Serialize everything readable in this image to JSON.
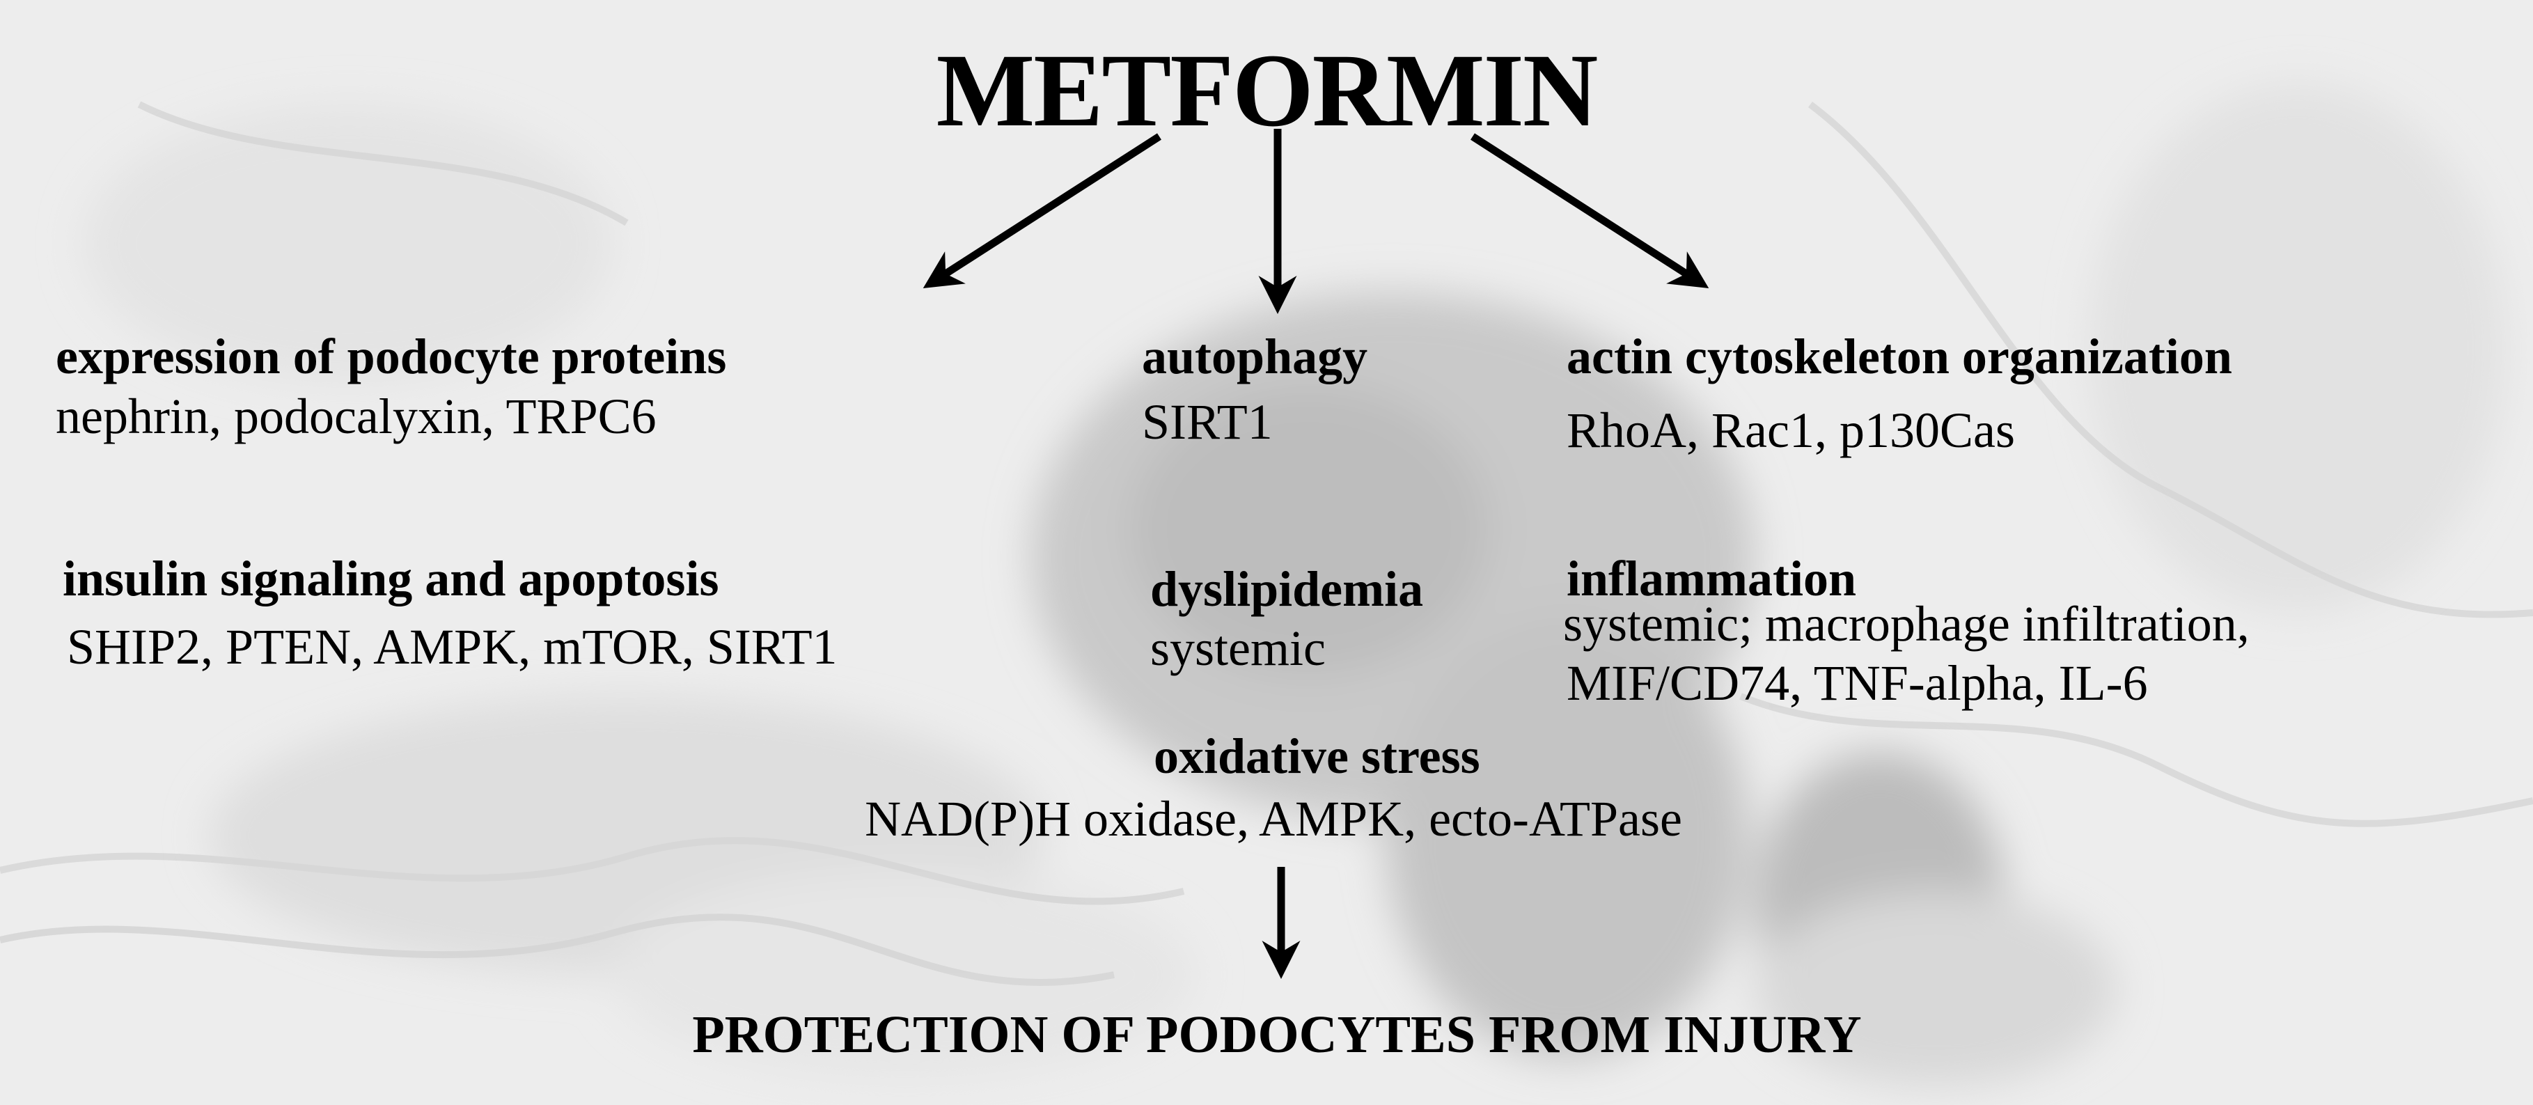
{
  "title": "METFORMIN",
  "effects": {
    "podocyte_proteins": {
      "heading": "expression of podocyte proteins",
      "detail": "nephrin, podocalyxin, TRPC6"
    },
    "autophagy": {
      "heading": "autophagy",
      "detail": "SIRT1"
    },
    "actin": {
      "heading": "actin cytoskeleton organization",
      "detail": "RhoA, Rac1, p130Cas"
    },
    "insulin": {
      "heading": "insulin signaling and apoptosis",
      "detail": "SHIP2, PTEN, AMPK, mTOR, SIRT1"
    },
    "dyslipidemia": {
      "heading": "dyslipidemia",
      "detail": "systemic"
    },
    "inflammation": {
      "heading": "inflammation",
      "detail_line1": "systemic; macrophage infiltration,",
      "detail_line2": "MIF/CD74, TNF-alpha, IL-6"
    },
    "oxidative": {
      "heading": "oxidative stress",
      "detail": "NAD(P)H oxidase, AMPK, ecto-ATPase"
    }
  },
  "result": "PROTECTION OF PODOCYTES FROM INJURY",
  "colors": {
    "text": "#000000",
    "background": "#ececec"
  }
}
